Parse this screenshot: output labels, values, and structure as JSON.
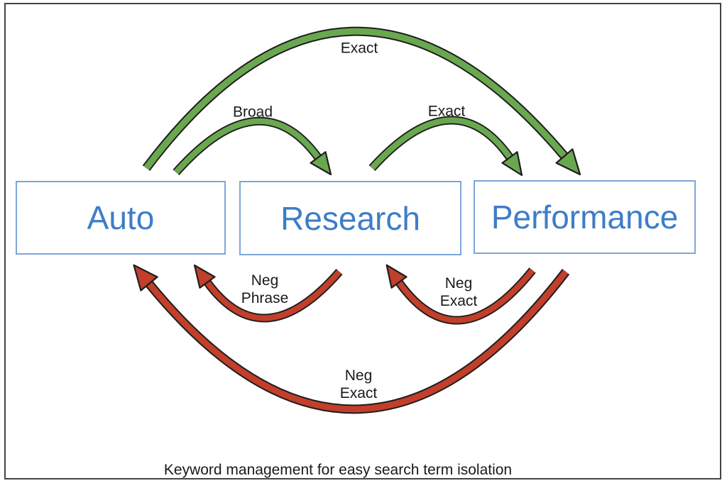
{
  "diagram": {
    "caption": "Keyword management for easy search term isolation",
    "nodes": [
      {
        "label": "Auto"
      },
      {
        "label": "Research"
      },
      {
        "label": "Performance"
      }
    ],
    "arrows": [
      {
        "id": "exact-auto-to-performance",
        "from": "Auto",
        "to": "Performance",
        "direction": "forward",
        "color_role": "positive_green",
        "label_lines": [
          "Exact"
        ]
      },
      {
        "id": "broad-auto-to-research",
        "from": "Auto",
        "to": "Research",
        "direction": "forward",
        "color_role": "positive_green",
        "label_lines": [
          "Broad"
        ]
      },
      {
        "id": "exact-research-to-performance",
        "from": "Research",
        "to": "Performance",
        "direction": "forward",
        "color_role": "positive_green",
        "label_lines": [
          "Exact"
        ]
      },
      {
        "id": "neg-phrase-research-to-auto",
        "from": "Research",
        "to": "Auto",
        "direction": "backward",
        "color_role": "negative_red",
        "label_lines": [
          "Neg",
          "Phrase"
        ]
      },
      {
        "id": "neg-exact-performance-to-research",
        "from": "Performance",
        "to": "Research",
        "direction": "backward",
        "color_role": "negative_red",
        "label_lines": [
          "Neg",
          "Exact"
        ]
      },
      {
        "id": "neg-exact-performance-to-auto",
        "from": "Performance",
        "to": "Auto",
        "direction": "backward",
        "color_role": "negative_red",
        "label_lines": [
          "Neg",
          "Exact"
        ]
      }
    ],
    "colors": {
      "positive_green": "#6aa84f",
      "negative_red": "#c13f2b",
      "outline": "#1d1d1d",
      "box_border": "#7da6d9",
      "box_text": "#3e7dc8",
      "text": "#1a1a1a"
    }
  }
}
